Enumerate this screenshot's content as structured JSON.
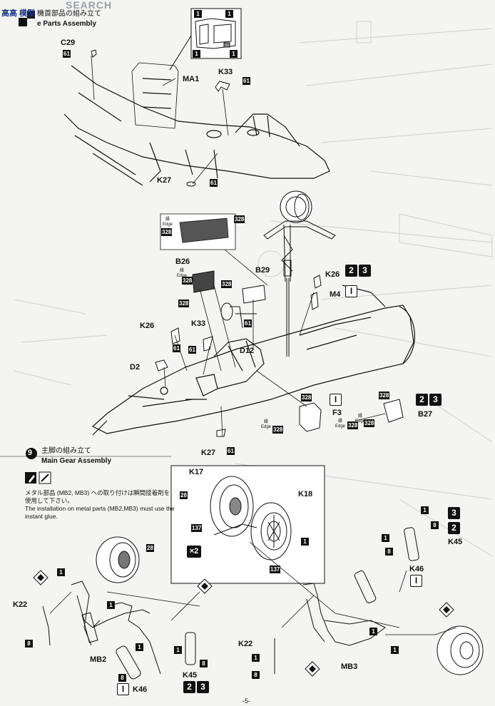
{
  "header": {
    "title_jp": "機首部品の組み立て",
    "title_en": "e Parts Assembly",
    "watermark": "SEARCH",
    "logo_text": "高高 模型"
  },
  "step9": {
    "number": "9",
    "title_jp": "主脚の組み立て",
    "title_en": "Main Gear Assembly",
    "note_jp": "メタル部品 (MB2, MB3) への取り付けは瞬間接着剤を使用して下さい。",
    "note_en": "The installation on metal parts (MB2,MB3) must use the instant glue."
  },
  "edge_label": {
    "jp": "縁",
    "en": "Edge"
  },
  "multiplier": "×2",
  "labels": {
    "c29": "C29",
    "ma1": "MA1",
    "k33a": "K33",
    "k27a": "K27",
    "b26": "B26",
    "b29": "B29",
    "k26a": "K26",
    "m4": "M4",
    "k26b": "K26",
    "k33b": "K33",
    "d12": "D12",
    "d2": "D2",
    "f3": "F3",
    "b27": "B27",
    "k27b": "K27",
    "k17": "K17",
    "k18": "K18",
    "k45a": "K45",
    "k46a": "K46",
    "k22a": "K22",
    "mb2": "MB2",
    "k45b": "K45",
    "k46b": "K46",
    "k22b": "K22",
    "mb3": "MB3"
  },
  "colors": {
    "61": "61",
    "328": "328",
    "28": "28",
    "137": "137",
    "8": "8",
    "1": "1",
    "2": "2",
    "3": "3",
    "I": "I"
  },
  "page_number": "-5-",
  "colors_hex": {
    "ink": "#111111",
    "paper": "#f4f4f2",
    "ghost": "#c8c8c8"
  }
}
